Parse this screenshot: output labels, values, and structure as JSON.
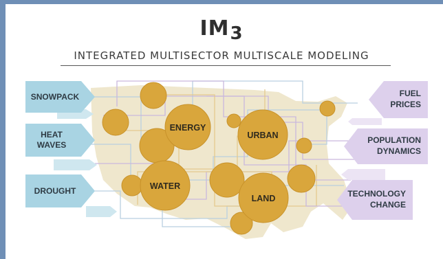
{
  "header": {
    "title_main": "IM",
    "title_sub": "3",
    "subtitle": "INTEGRATED MULTISECTOR MULTISCALE MODELING"
  },
  "drivers_left": [
    {
      "line1": "SNOWPACK",
      "line2": ""
    },
    {
      "line1": "HEAT",
      "line2": "WAVES"
    },
    {
      "line1": "DROUGHT",
      "line2": ""
    }
  ],
  "drivers_right": [
    {
      "line1": "FUEL",
      "line2": "PRICES"
    },
    {
      "line1": "POPULATION",
      "line2": "DYNAMICS"
    },
    {
      "line1": "TECHNOLOGY",
      "line2": "CHANGE"
    }
  ],
  "sectors": {
    "energy": "ENERGY",
    "urban": "URBAN",
    "water": "WATER",
    "land": "LAND"
  },
  "colors": {
    "frame": "#6f8fb6",
    "left_arrow": "#a9d4e3",
    "right_arrow": "#ddd0ec",
    "circle": "#d9a63c",
    "circle_stroke": "#c8922a",
    "map": "#ece3c4"
  }
}
